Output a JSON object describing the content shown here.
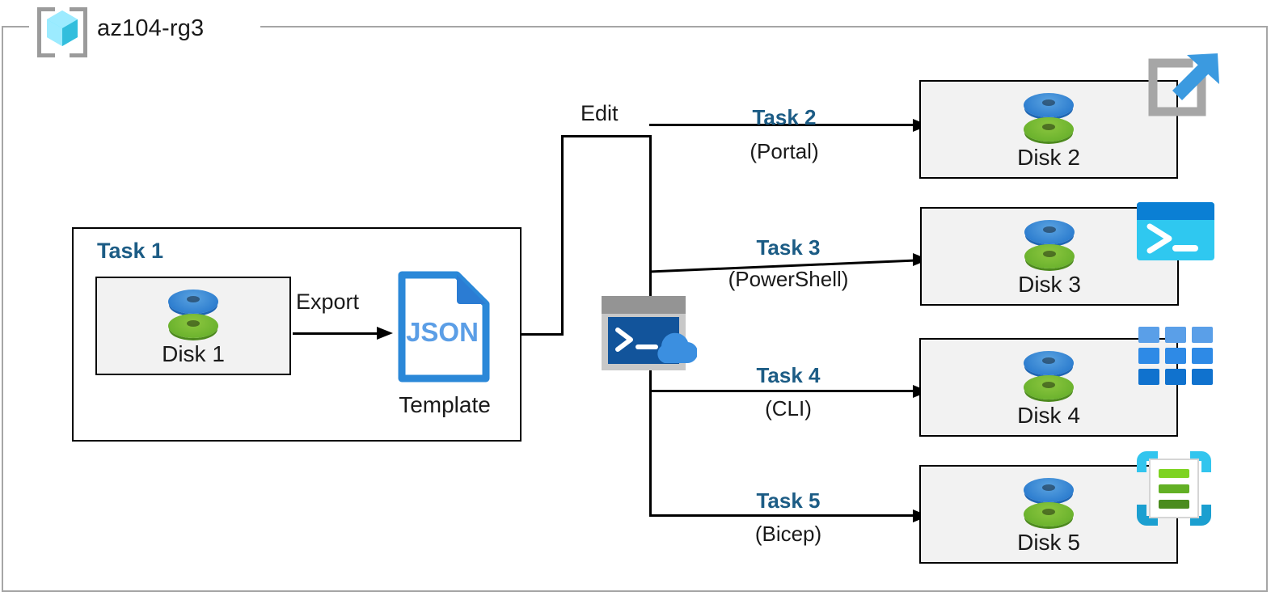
{
  "diagram": {
    "title": "az104-rg3",
    "resource_group_icon": "resource-group-icon",
    "colors": {
      "task_label": "#1c5c85",
      "box_border": "#000000",
      "box_fill": "#f2f2f2",
      "rg_border": "#a6a6a6",
      "disk_blue": "#2f7fd0",
      "disk_green": "#6cb32e",
      "json_blue": "#2b88d8",
      "powershell_cyan": "#2fc8f0",
      "cli_blue": "#2e8ae6",
      "bicep_cyan": "#2fc0ea",
      "bicep_green": "#74bf32",
      "portal_grey": "#a6a6a6"
    }
  },
  "task1": {
    "label": "Task 1",
    "disk": {
      "label": "Disk 1",
      "icon": "disk-icon"
    },
    "export_label": "Export",
    "template": {
      "file_type": "JSON",
      "caption": "Template",
      "icon": "json-file-icon"
    }
  },
  "edit": {
    "label": "Edit",
    "shell_icon": "cloud-shell-icon"
  },
  "branches": [
    {
      "task": "Task 2",
      "tool": "(Portal)",
      "disk": "Disk 2",
      "disk_icon": "disk-icon",
      "tool_icon": "azure-portal-icon"
    },
    {
      "task": "Task 3",
      "tool": "(PowerShell)",
      "disk": "Disk 3",
      "disk_icon": "disk-icon",
      "tool_icon": "powershell-icon"
    },
    {
      "task": "Task 4",
      "tool": "(CLI)",
      "disk": "Disk 4",
      "disk_icon": "disk-icon",
      "tool_icon": "azure-cli-icon"
    },
    {
      "task": "Task 5",
      "tool": "(Bicep)",
      "disk": "Disk 5",
      "disk_icon": "disk-icon",
      "tool_icon": "bicep-icon"
    }
  ]
}
